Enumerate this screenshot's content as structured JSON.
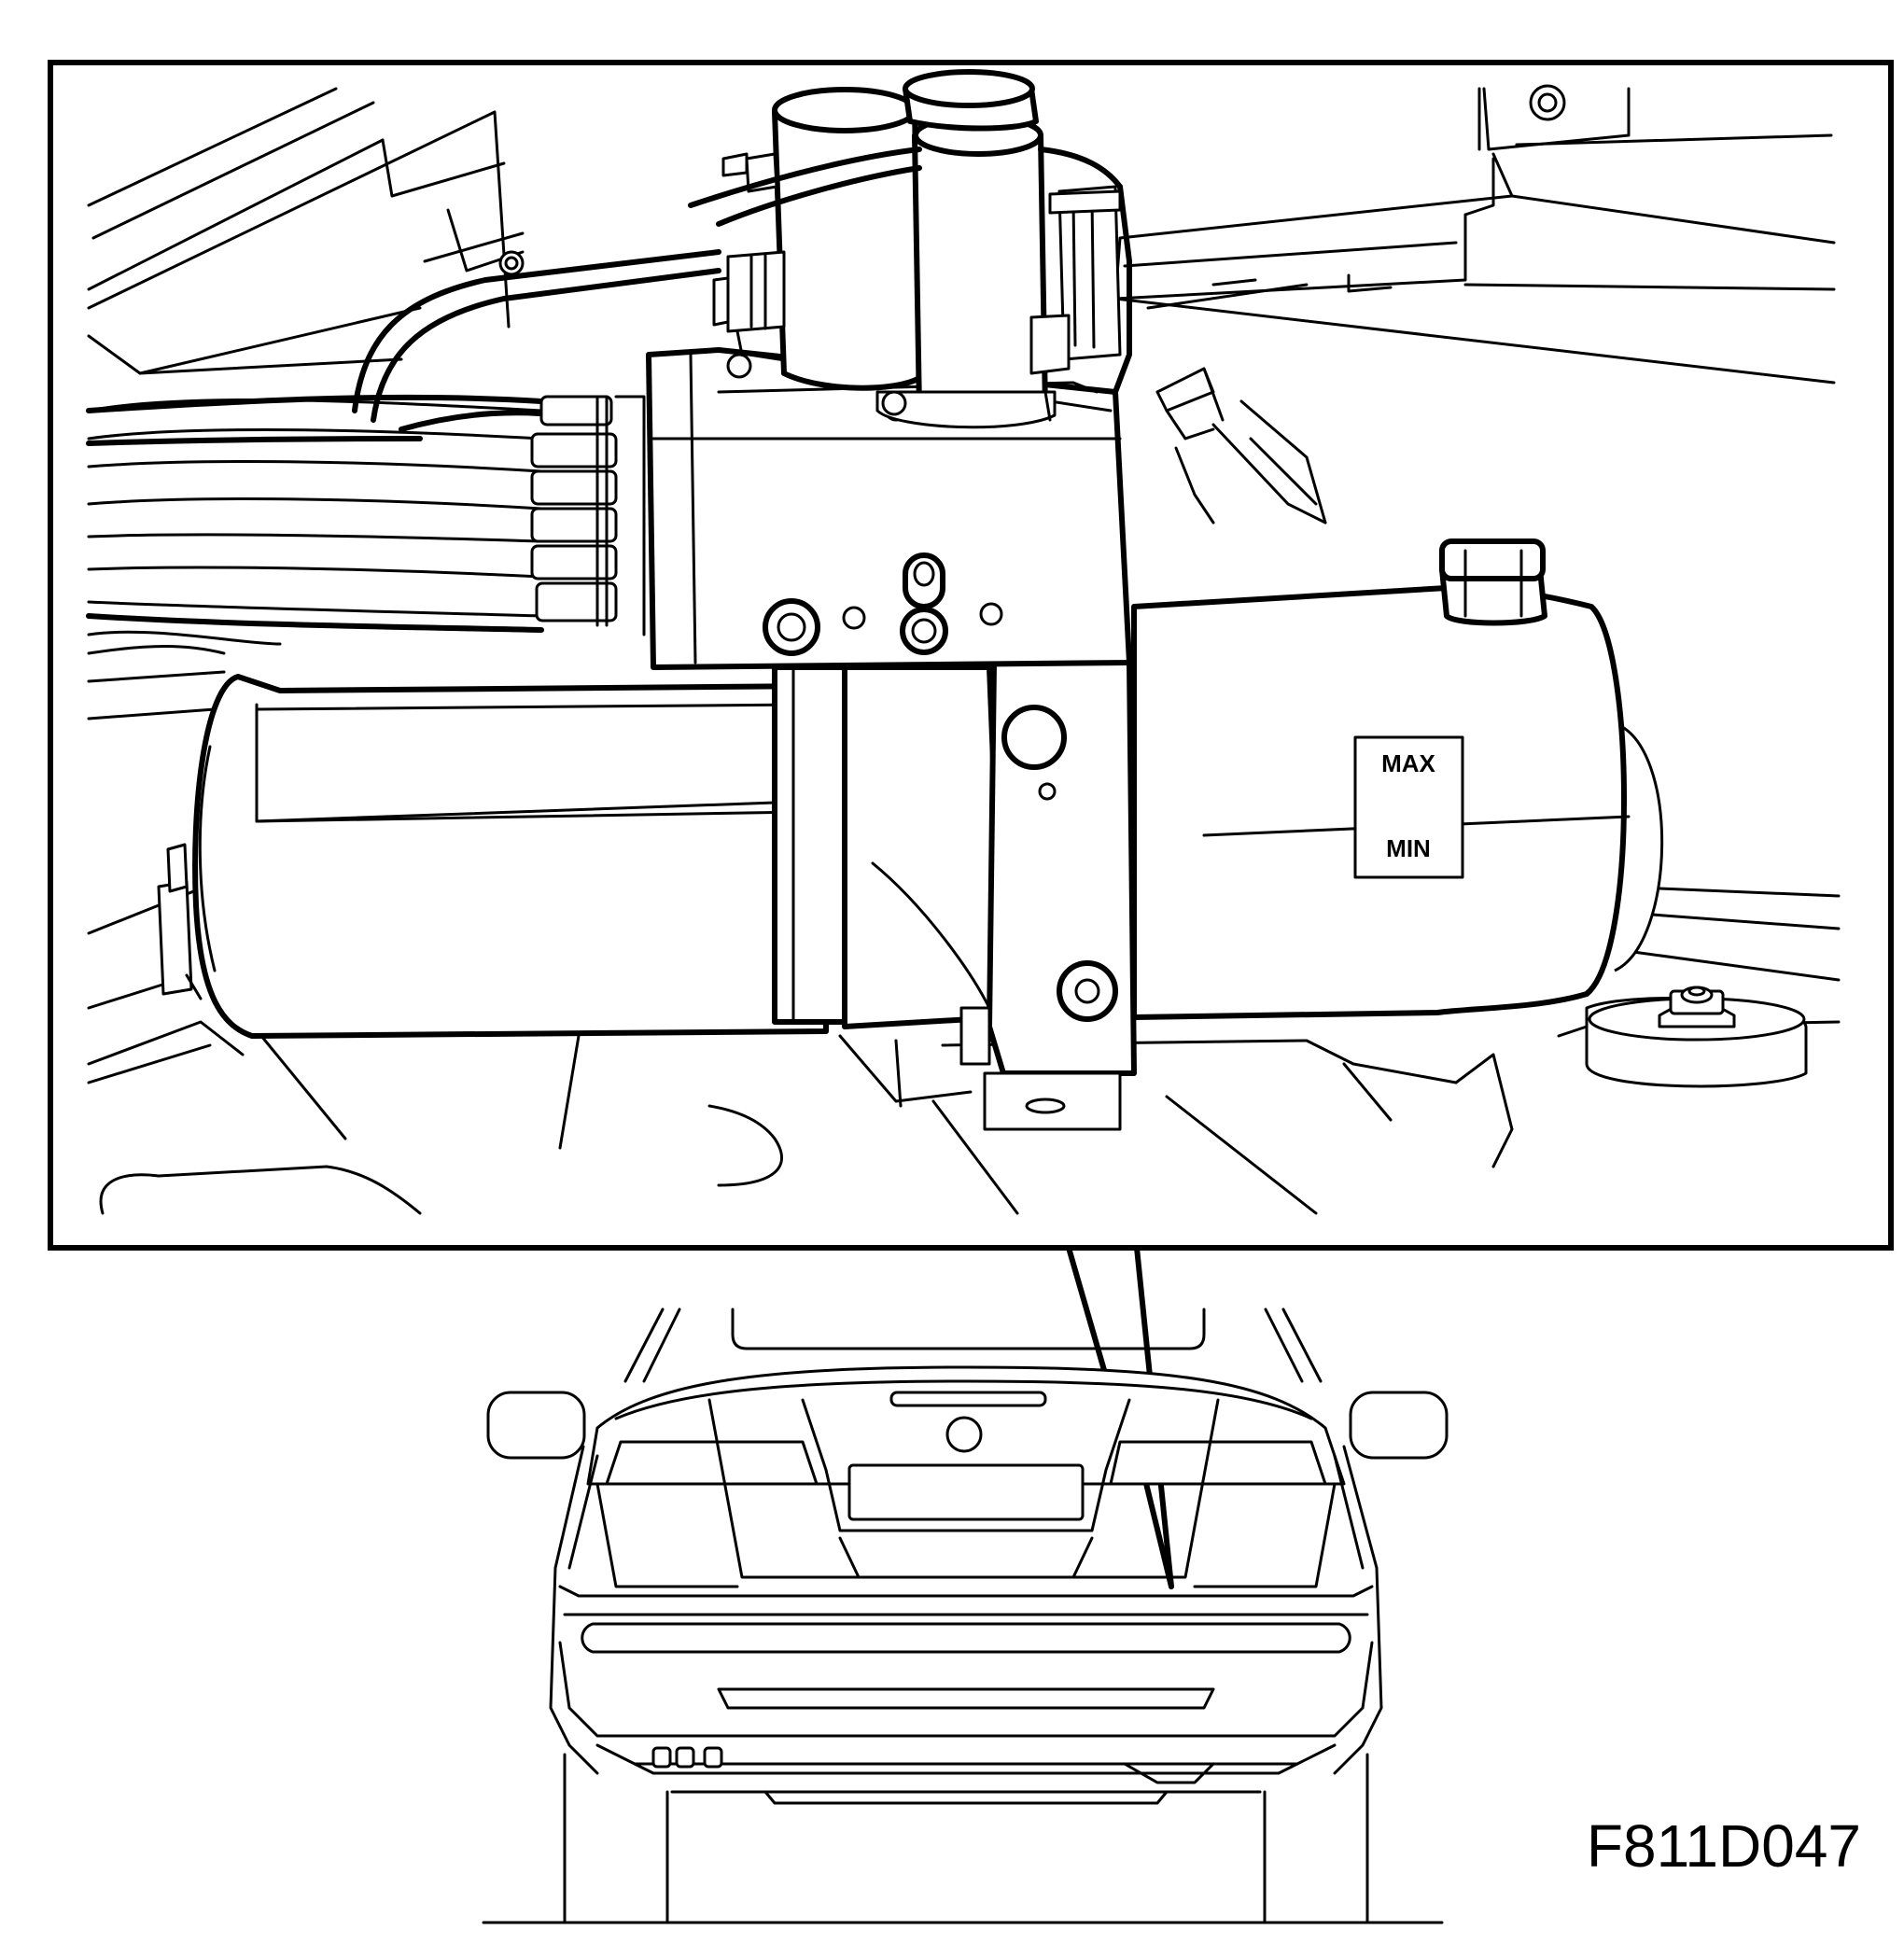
{
  "reservoir_labels": {
    "max": "MAX",
    "min": "MIN"
  },
  "figure_code": "F811D047"
}
